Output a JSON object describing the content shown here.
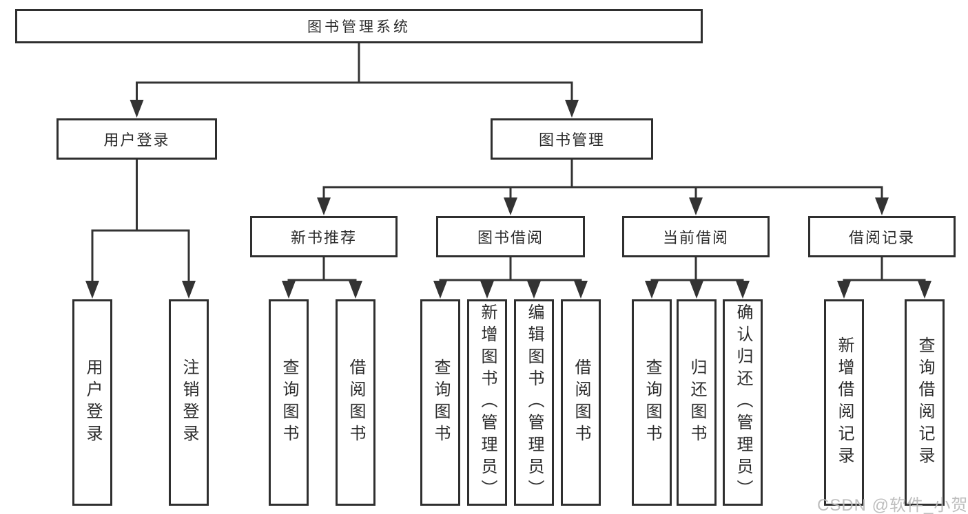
{
  "diagram": {
    "title": "图书管理系统",
    "root": {
      "label": "图书管理系统"
    },
    "branches": [
      {
        "label": "用户登录",
        "children": [
          {
            "label": "用户登录"
          },
          {
            "label": "注销登录"
          }
        ]
      },
      {
        "label": "图书管理",
        "children": [
          {
            "label": "新书推荐",
            "children": [
              {
                "label": "查询图书"
              },
              {
                "label": "借阅图书"
              }
            ]
          },
          {
            "label": "图书借阅",
            "children": [
              {
                "label": "查询图书"
              },
              {
                "label": "新增图书（管理员）"
              },
              {
                "label": "编辑图书（管理员）"
              },
              {
                "label": "借阅图书"
              }
            ]
          },
          {
            "label": "当前借阅",
            "children": [
              {
                "label": "查询图书"
              },
              {
                "label": "归还图书"
              },
              {
                "label": "确认归还（管理员）"
              }
            ]
          },
          {
            "label": "借阅记录",
            "children": [
              {
                "label": "新增借阅记录"
              },
              {
                "label": "查询借阅记录"
              }
            ]
          }
        ]
      }
    ],
    "line_color": "#333333",
    "border_color": "#2f2f2f"
  },
  "watermark": {
    "text": "CSDN @软件_小贺同学"
  }
}
